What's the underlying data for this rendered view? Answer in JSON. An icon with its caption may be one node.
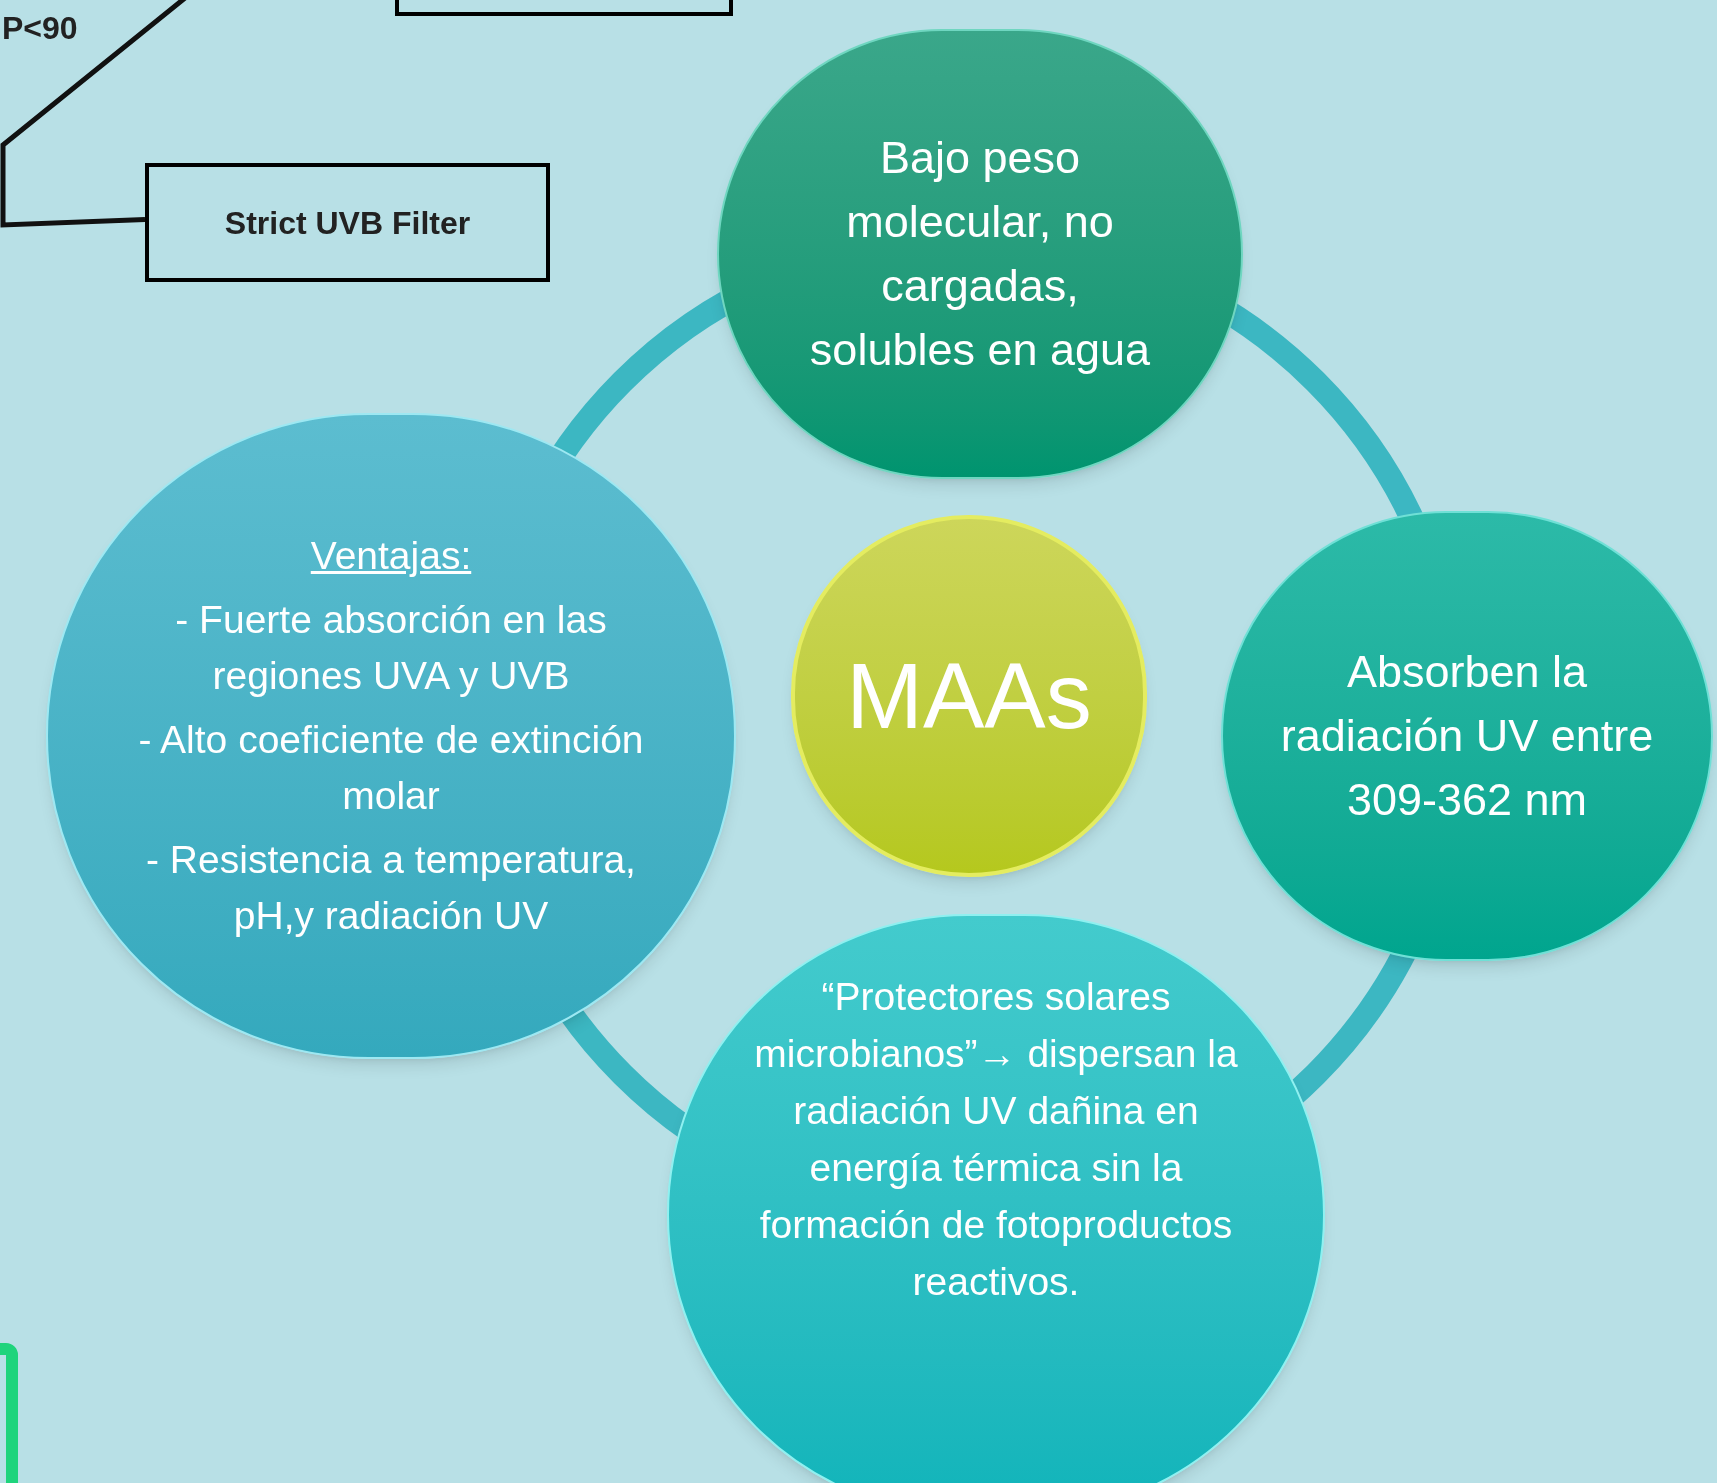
{
  "diagram": {
    "nodes": [
      {
        "text": [],
        "shape": "box"
      },
      {
        "text": [
          "Strict UVB Filter"
        ]
      },
      {
        "text": [],
        "shape": "box"
      },
      {
        "text": [
          "MAAs"
        ]
      },
      {
        "text": [
          "Bajo peso molecular, no cargadas, solubles en agua"
        ]
      },
      {
        "text": [
          "Absorben la radiación UV entre 309-362 nm"
        ]
      },
      {
        "text": [
          "“Protectores solares microbianos”→ dispersan la radiación UV dañina en energía térmica sin la formación de fotoproductos reactivos."
        ]
      },
      {
        "text": [
          "Ventajas:",
          "- Fuerte absorción en las regiones UVA y UVB",
          "- Alto coeficiente de extinción molar",
          "- Resistencia a temperatura, pH,y radiación UV"
        ]
      }
    ],
    "edges": [
      {
        "from": null,
        "to": 1,
        "arrow": "none"
      }
    ],
    "labels": [
      "P<90"
    ]
  }
}
